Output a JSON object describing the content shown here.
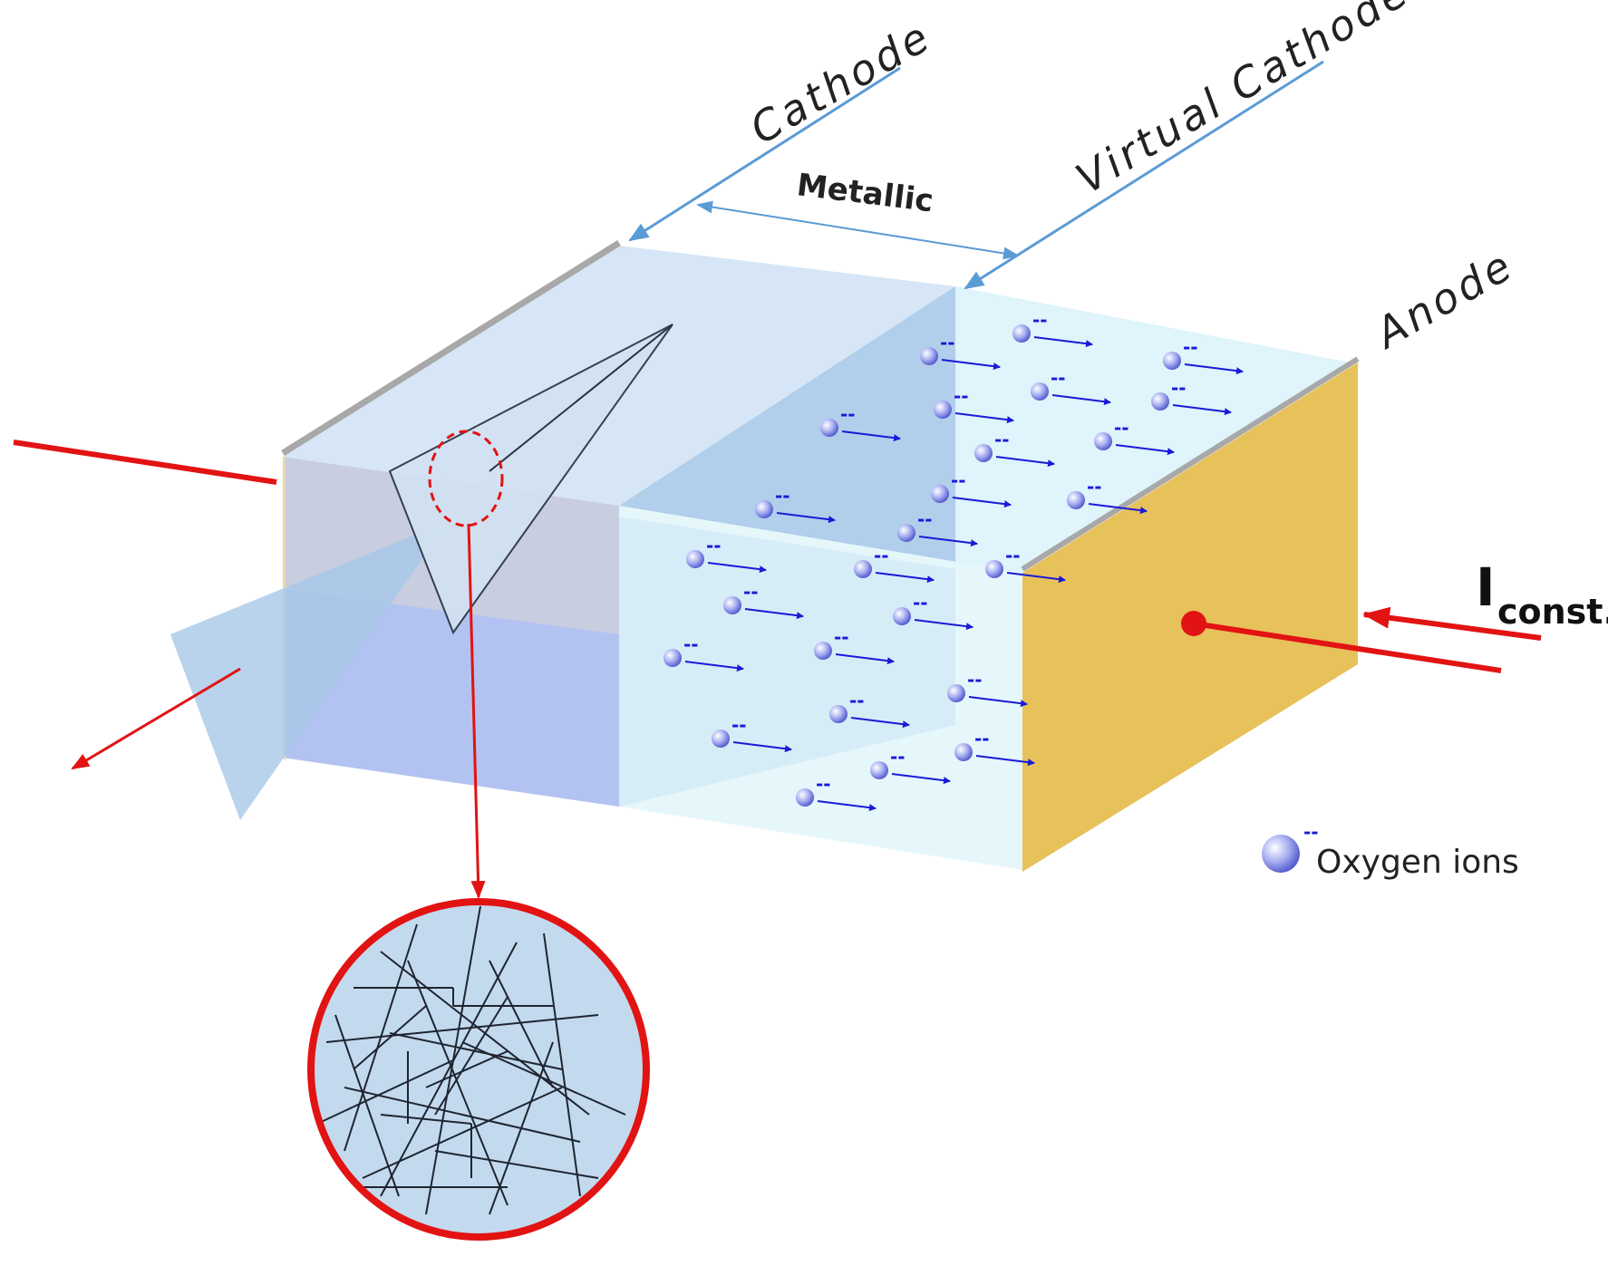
{
  "labels": {
    "cathode": "Cathode",
    "virtual_cathode": "Virtual Cathode",
    "metallic": "Metallic",
    "anode": "Anode",
    "current_main": "I",
    "current_sub": "const."
  },
  "legend": {
    "label": "Oxygen ions",
    "charge": "--"
  },
  "ion_charge": "--",
  "colors": {
    "metallic_top": "#d6e6f6",
    "metallic_front": "#c9cde0",
    "channel_lower": "#b3c3f1",
    "film_top": "#dff4fb",
    "film_front": "#e6f7fb",
    "anode_face": "#e7c15a",
    "cathode_edge": "#a8a8a8",
    "current_red": "#e21313",
    "ion_arrow": "#1a1ad8",
    "label_arrow": "#5b9bd5",
    "zoom_fill": "#c3d9ee"
  }
}
